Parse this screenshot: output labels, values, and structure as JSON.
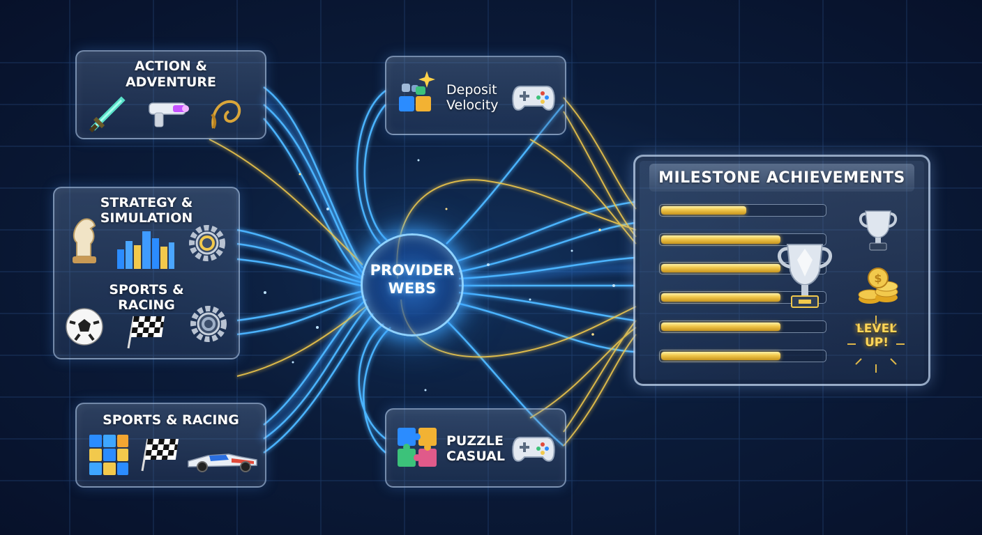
{
  "hub": {
    "label_line1": "PROVIDER",
    "label_line2": "WEBS"
  },
  "panels": {
    "action": {
      "title_line1": "ACTION &",
      "title_line2": "ADVENTURE",
      "icons": [
        "sword-icon",
        "blaster-icon",
        "whip-icon"
      ]
    },
    "strategy": {
      "title_line1": "STRATEGY &",
      "title_line2": "SIMULATION",
      "icons": [
        "chess-knight-icon",
        "city-icon",
        "gear-icon"
      ]
    },
    "sports_inner": {
      "title_line1": "SPORTS &",
      "title_line2": "RACING",
      "icons": [
        "soccer-ball-icon",
        "checkered-flag-icon",
        "gear-icon"
      ]
    },
    "sports_racing": {
      "title": "SPORTS & RACING",
      "icons": [
        "blocks-icon",
        "checkered-flag-icon",
        "race-car-icon"
      ]
    },
    "deposit": {
      "line1": "Deposit",
      "line2": "Velocity",
      "icons": [
        "puzzle-sparkle-icon",
        "gamepad-icon"
      ]
    },
    "puzzle": {
      "line1": "PUZZLE",
      "line2": "CASUAL",
      "icons": [
        "puzzle-icon",
        "gamepad-icon"
      ]
    }
  },
  "milestone": {
    "title": "MILESTONE ACHIEVEMENTS",
    "progress": [
      0.52,
      0.73,
      0.73,
      0.73,
      0.73,
      0.73
    ],
    "icons": [
      "small-trophy-icon",
      "big-trophy-icon",
      "coins-icon"
    ],
    "level_line1": "LEVEL",
    "level_line2": "UP!"
  },
  "colors": {
    "blue_stream": "#3fa6ff",
    "gold_stream": "#f2c94c",
    "panel_border": "#c0d7f5",
    "gold": "#f0c64a"
  }
}
